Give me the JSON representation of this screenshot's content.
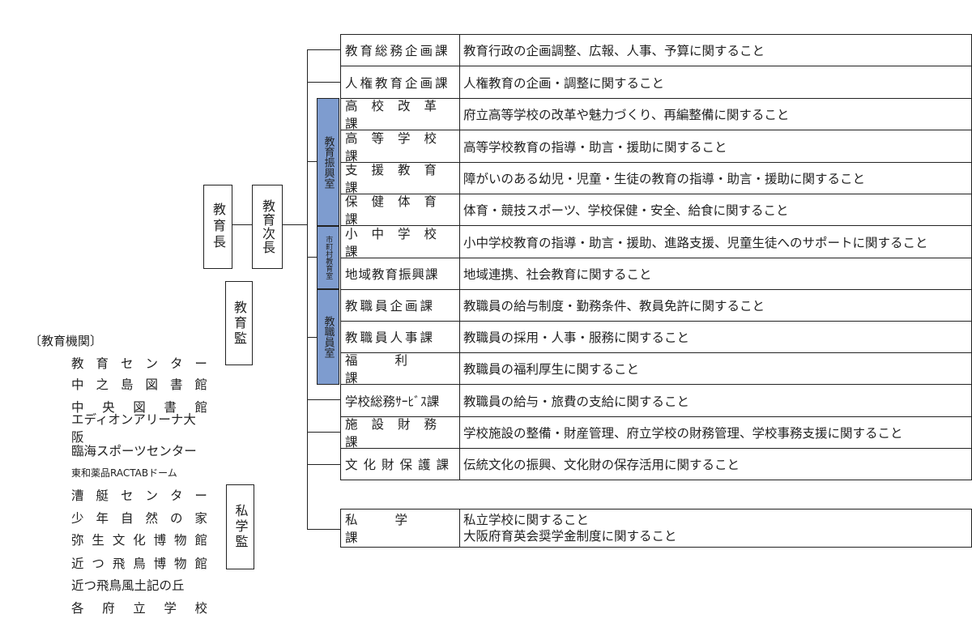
{
  "top_boxes": {
    "superintendent": "教育長",
    "deputy": "教育次長",
    "education_inspector": "教育監",
    "private_inspector": "私学監"
  },
  "offices": {
    "promotion": "教育振興室",
    "municipal": "市町村教育室",
    "staff": "教職員室"
  },
  "divisions": [
    {
      "name": "教育総務企画課",
      "desc": "教育行政の企画調整、広報、人事、予算に関すること"
    },
    {
      "name": "人権教育企画課",
      "desc": "人権教育の企画・調整に関すること"
    },
    {
      "name": "高校改革課",
      "desc": "府立高等学校の改革や魅力づくり、再編整備に関すること"
    },
    {
      "name": "高等学校課",
      "desc": "高等学校教育の指導・助言・援助に関すること"
    },
    {
      "name": "支援教育課",
      "desc": "障がいのある幼児・児童・生徒の教育の指導・助言・援助に関すること"
    },
    {
      "name": "保健体育課",
      "desc": "体育・競技スポーツ、学校保健・安全、給食に関すること"
    },
    {
      "name": "小中学校課",
      "desc": "小中学校教育の指導・助言・援助、進路支援、児童生徒へのサポートに関すること"
    },
    {
      "name": "地域教育振興課",
      "desc": "地域連携、社会教育に関すること"
    },
    {
      "name": "教職員企画課",
      "desc": "教職員の給与制度・勤務条件、教員免許に関すること"
    },
    {
      "name": "教職員人事課",
      "desc": "教職員の採用・人事・服務に関すること"
    },
    {
      "name": "福利課",
      "desc": "教職員の福利厚生に関すること"
    },
    {
      "name": "学校総務ｻｰﾋﾞｽ課",
      "desc": "教職員の給与・旅費の支給に関すること"
    },
    {
      "name": "施設財務課",
      "desc": "学校施設の整備・財産管理、府立学校の財務管理、学校事務支援に関すること"
    },
    {
      "name": "文化財保護課",
      "desc": "伝統文化の振興、文化財の保存活用に関すること"
    }
  ],
  "private_division": {
    "name": "私学課",
    "desc_line1": "私立学校に関すること",
    "desc_line2": "大阪府育英会奨学金制度に関すること"
  },
  "institutions": {
    "title": "〔教育機関〕",
    "items": [
      "教育センター",
      "中之島図書館",
      "中央図書館",
      "エディオンアリーナ大阪",
      "臨海スポーツセンター",
      "東和薬品RACTABドーム",
      "漕艇センター",
      "少年自然の家",
      "弥生文化博物館",
      "近つ飛鳥博物館",
      "近つ飛鳥風土記の丘",
      "各府立学校"
    ]
  }
}
